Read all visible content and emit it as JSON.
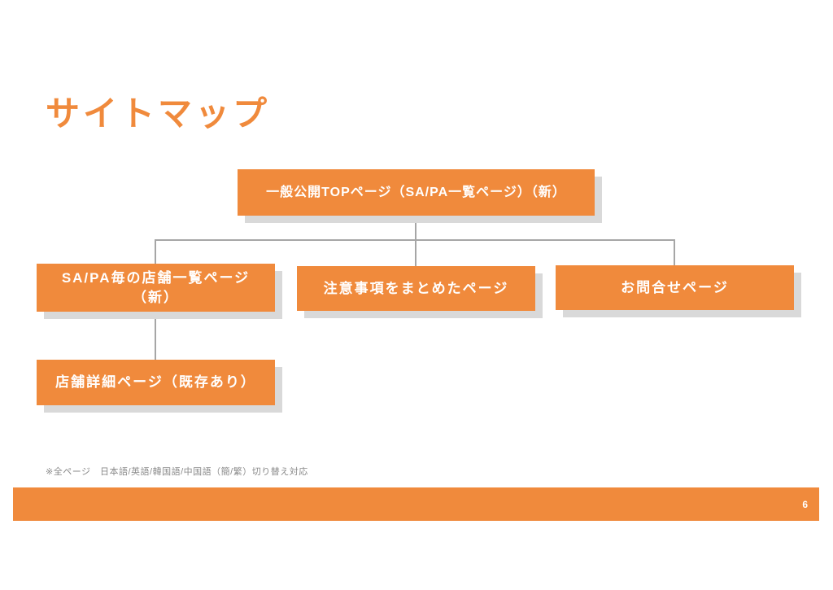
{
  "slide": {
    "title": "サイトマップ",
    "footnote": "※全ページ　日本語/英語/韓国語/中国語（簡/繁）切り替え対応",
    "page_number": "6"
  },
  "sitemap": {
    "root": {
      "label": "一般公開TOPページ（SA/PA一覧ページ）（新）"
    },
    "level2": [
      {
        "id": "store-list",
        "label": "SA/PA毎の店舗一覧ページ\n（新）"
      },
      {
        "id": "notes",
        "label": "注意事項をまとめたページ"
      },
      {
        "id": "contact",
        "label": "お問合せページ"
      }
    ],
    "level3": [
      {
        "id": "store-detail",
        "label": "店舗詳細ページ（既存あり）",
        "parent": "store-list"
      }
    ]
  },
  "colors": {
    "accent_orange": "#f08a3c",
    "box_shadow_gray": "#d9d9d9",
    "connector_gray": "#a6a6a6",
    "footnote_gray": "#8a8a8a",
    "box_text": "#ffffff",
    "background": "#ffffff"
  }
}
